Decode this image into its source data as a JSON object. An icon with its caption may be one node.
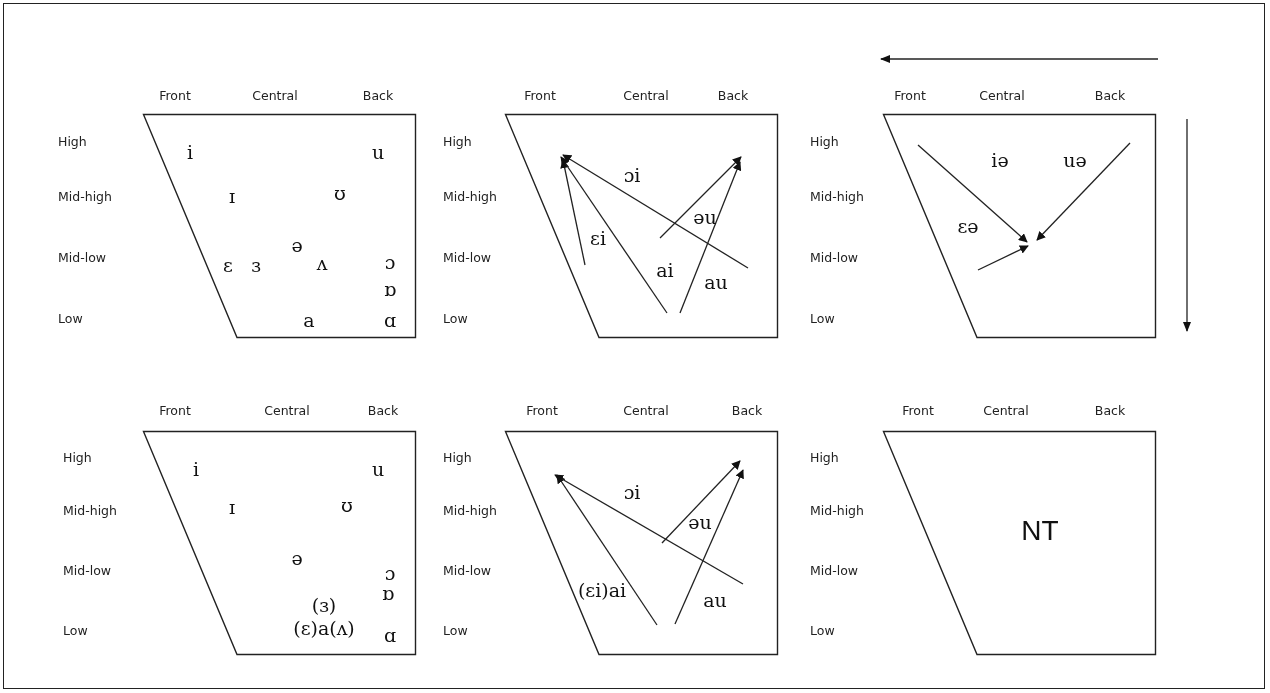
{
  "diagram": {
    "nodes": [
      {
        "text": [
          "i",
          "u",
          "ɪ",
          "ʊ",
          "ə",
          "ɛ",
          "ɜ",
          "ʌ",
          "ɔ",
          "ɒ",
          "a",
          "ɑ"
        ]
      },
      {
        "text": [
          "ɔi",
          "əu",
          "ɛi",
          "ai",
          "au"
        ]
      },
      {
        "text": [
          "iə",
          "uə",
          "ɛə"
        ]
      },
      {
        "text": [
          "i",
          "u",
          "ɪ",
          "ʊ",
          "ə",
          "ɔ",
          "ɒ",
          "(ɜ)",
          "(ɛ)a(ʌ)",
          "ɑ"
        ]
      },
      {
        "text": [
          "ɔi",
          "əu",
          "(ɛi)ai",
          "au"
        ]
      },
      {
        "text": [
          "NT"
        ]
      }
    ],
    "labels": [
      "Front",
      "Central",
      "Back",
      "High",
      "Mid-high",
      "Mid-low",
      "Low",
      "Front",
      "Central",
      "Back",
      "High",
      "Mid-high",
      "Mid-low",
      "Low",
      "Front",
      "Central",
      "Back",
      "High",
      "Mid-high",
      "Mid-low",
      "Low",
      "Front",
      "Central",
      "Back",
      "High",
      "Mid-high",
      "Mid-low",
      "Low",
      "Front",
      "Central",
      "Back",
      "High",
      "Mid-high",
      "Mid-low",
      "Low",
      "Front",
      "Central",
      "Back",
      "High",
      "Mid-high",
      "Mid-low",
      "Low"
    ]
  }
}
